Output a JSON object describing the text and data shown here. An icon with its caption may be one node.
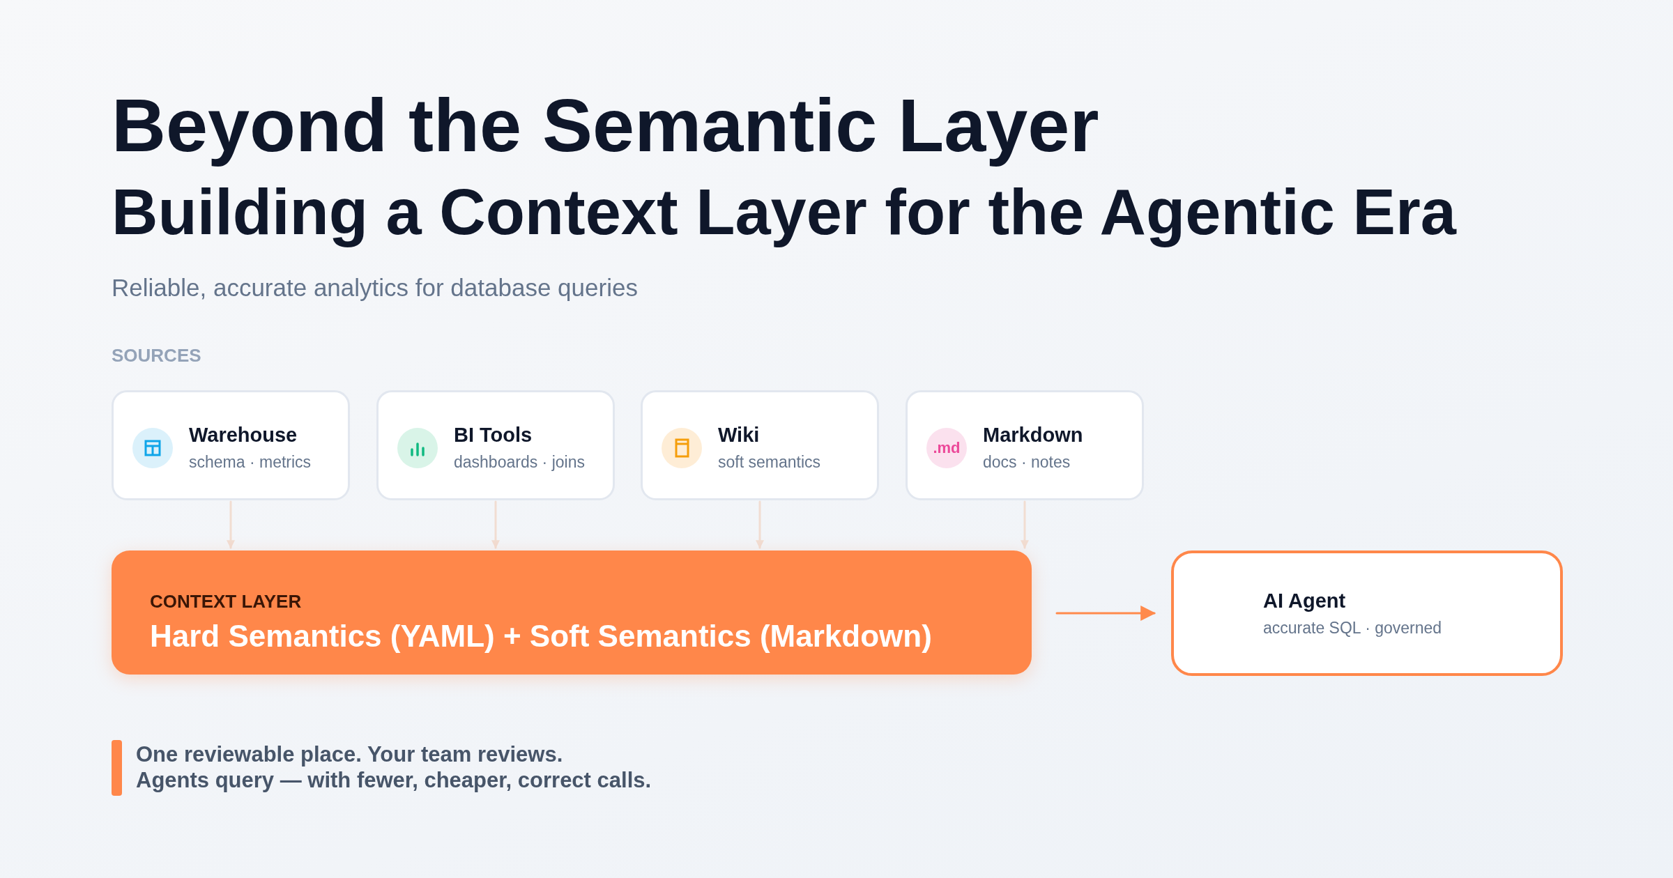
{
  "diagram": {
    "title": "Beyond the Semantic Layer",
    "nodes": [
      {
        "text": [
          "Warehouse",
          "schema · metrics"
        ]
      },
      {
        "text": [
          "BI Tools",
          "dashboards · joins"
        ]
      },
      {
        "text": [
          "Wiki",
          "soft semantics"
        ]
      },
      {
        "text": [
          ".md",
          "Markdown",
          "docs · notes"
        ]
      },
      {
        "text": [
          "CONTEXT LAYER",
          "Hard Semantics (YAML) + Soft Semantics (Markdown)"
        ]
      },
      {
        "text": [
          "AI Agent",
          "accurate SQL · governed"
        ]
      }
    ],
    "edges": [
      {
        "from": 0,
        "to": 4,
        "arrow": "to"
      },
      {
        "from": 1,
        "to": 4,
        "arrow": "to"
      },
      {
        "from": 2,
        "to": 4,
        "arrow": "to"
      },
      {
        "from": 3,
        "to": 4,
        "arrow": "to"
      },
      {
        "from": 4,
        "to": 5,
        "arrow": "to",
        "color": "#ff8a4c"
      }
    ],
    "labels": [
      "Building a Context Layer for the Agentic Era",
      "Reliable, accurate analytics for database queries",
      "SOURCES",
      "One reviewable place. Your team reviews.",
      "Agents query — with fewer, cheaper, correct calls."
    ]
  }
}
